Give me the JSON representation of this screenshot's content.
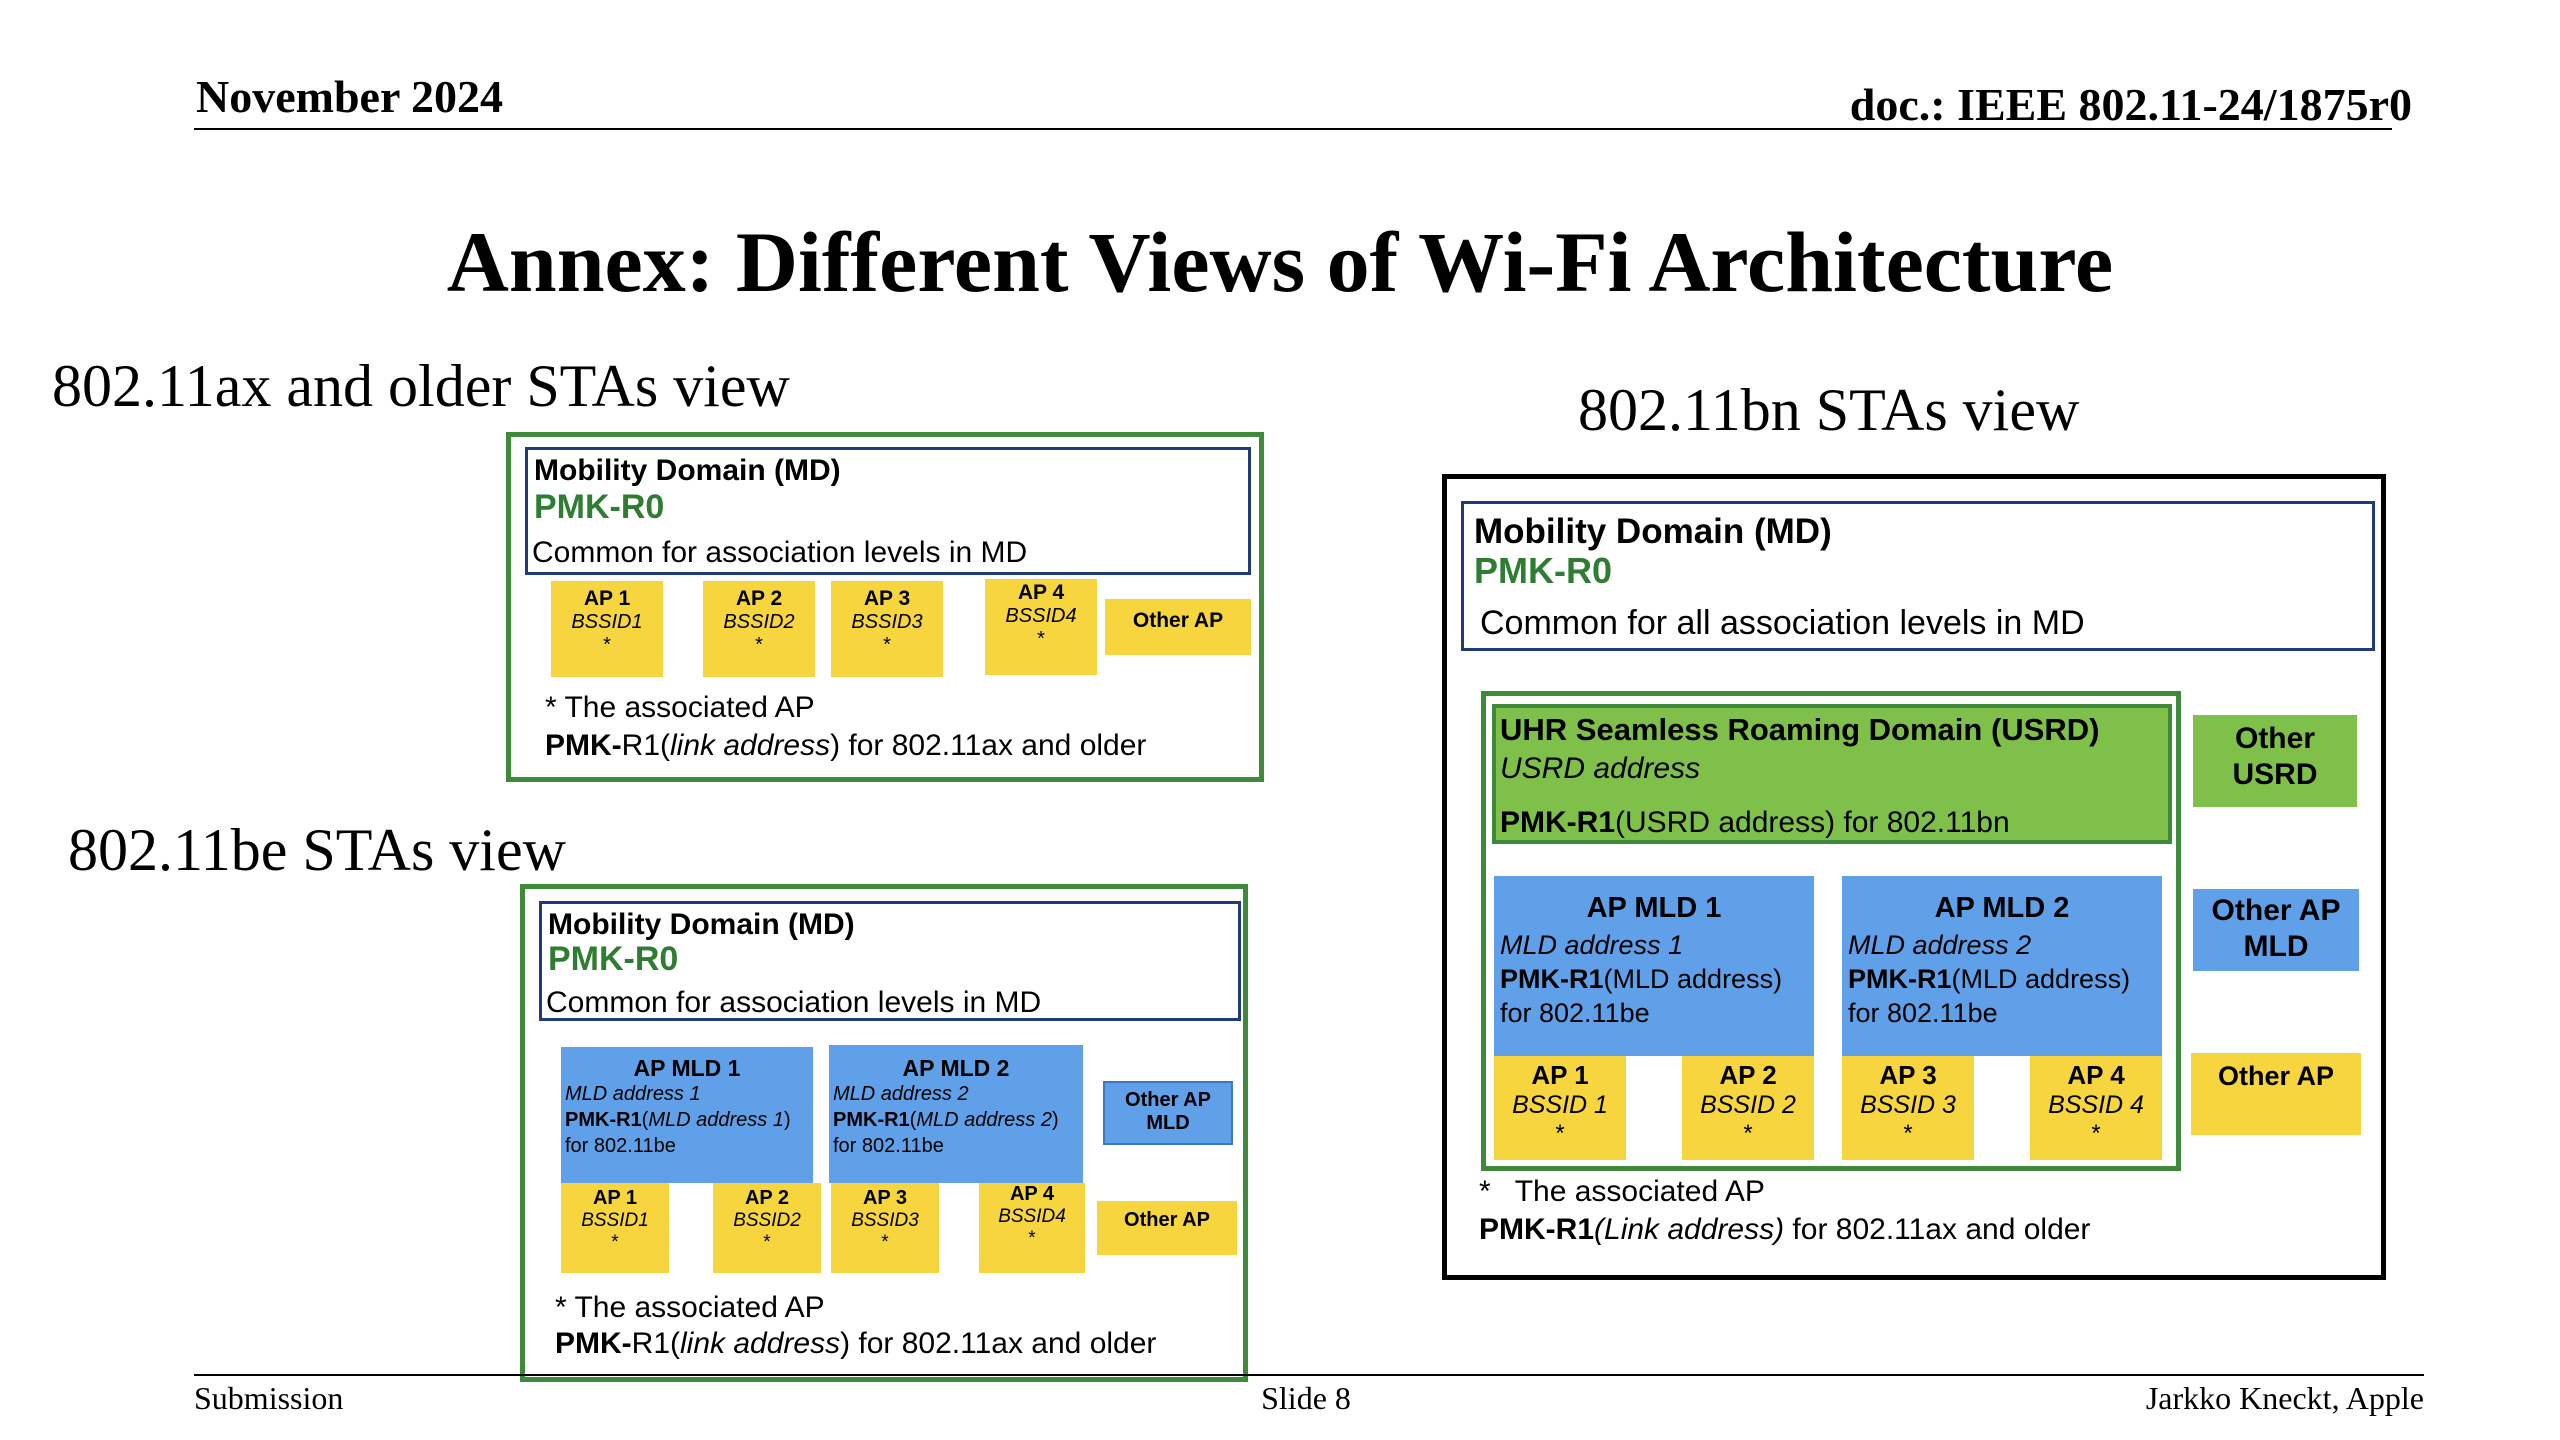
{
  "header": {
    "date": "November 2024",
    "doc": "doc.: IEEE 802.11-24/1875r0"
  },
  "title": "Annex: Different Views of Wi-Fi Architecture",
  "view_ax": {
    "heading": "802.11ax and older STAs view",
    "md_title": "Mobility Domain (MD)",
    "pmk_r0": "PMK-R0",
    "md_desc": "Common for association levels in MD",
    "aps": [
      {
        "name": "AP 1",
        "bssid": "BSSID1",
        "mark": "*"
      },
      {
        "name": "AP 2",
        "bssid": "BSSID2",
        "mark": "*"
      },
      {
        "name": "AP 3",
        "bssid": "BSSID3",
        "mark": "*"
      },
      {
        "name": "AP 4",
        "bssid": "BSSID4",
        "mark": "*"
      }
    ],
    "other_ap": "Other AP",
    "note_assoc": "* The associated AP",
    "note_pmk_bold": "PMK-",
    "note_pmk_r1": "R1(",
    "note_pmk_italic": "link address",
    "note_pmk_rest": ") for 802.11ax and older"
  },
  "view_be": {
    "heading": "802.11be STAs view",
    "md_title": "Mobility Domain (MD)",
    "pmk_r0": "PMK-R0",
    "md_desc": "Common for association levels in MD",
    "mlds": [
      {
        "name": "AP MLD 1",
        "addr": "MLD address 1",
        "pmk_bold": "PMK-R1",
        "pmk_open": "(",
        "pmk_italic": "MLD address 1",
        "pmk_close": ")",
        "for": "for 802.11be"
      },
      {
        "name": "AP MLD 2",
        "addr": "MLD address 2",
        "pmk_bold": "PMK-R1",
        "pmk_open": "(",
        "pmk_italic": "MLD address 2",
        "pmk_close": ")",
        "for": "for 802.11be"
      }
    ],
    "aps": [
      {
        "name": "AP 1",
        "bssid": "BSSID1",
        "mark": "*"
      },
      {
        "name": "AP 2",
        "bssid": "BSSID2",
        "mark": "*"
      },
      {
        "name": "AP 3",
        "bssid": "BSSID3",
        "mark": "*"
      },
      {
        "name": "AP 4",
        "bssid": "BSSID4",
        "mark": "*"
      }
    ],
    "other_ap_mld": "Other AP MLD",
    "other_ap": "Other AP",
    "note_assoc": "* The associated AP",
    "note_pmk_bold": "PMK-",
    "note_pmk_r1": "R1(",
    "note_pmk_italic": "link address",
    "note_pmk_rest": ") for 802.11ax and older"
  },
  "view_bn": {
    "heading": "802.11bn STAs view",
    "md_title": "Mobility Domain (MD)",
    "pmk_r0": "PMK-R0",
    "md_desc": "Common for all association levels in MD",
    "usrd_title": "UHR Seamless Roaming Domain (USRD)",
    "usrd_addr": "USRD address",
    "usrd_pmk_bold": "PMK-R1",
    "usrd_pmk_rest": "(USRD address) for 802.11bn",
    "other_usrd": "Other USRD",
    "mlds": [
      {
        "name": "AP MLD 1",
        "addr": "MLD address 1",
        "pmk_bold": "PMK-R1",
        "pmk_rest": "(MLD address)",
        "for": "for 802.11be"
      },
      {
        "name": "AP MLD 2",
        "addr": "MLD address 2",
        "pmk_bold": "PMK-R1",
        "pmk_rest": "(MLD address)",
        "for": "for 802.11be"
      }
    ],
    "aps": [
      {
        "name": "AP 1",
        "bssid": "BSSID 1",
        "mark": "*"
      },
      {
        "name": "AP 2",
        "bssid": "BSSID 2",
        "mark": "*"
      },
      {
        "name": "AP 3",
        "bssid": "BSSID 3",
        "mark": "*"
      },
      {
        "name": "AP 4",
        "bssid": "BSSID 4",
        "mark": "*"
      }
    ],
    "other_ap_mld": "Other AP MLD",
    "other_ap": "Other AP",
    "note_star": "*",
    "note_assoc": "The associated AP",
    "note_pmk_bold": "PMK-R1",
    "note_pmk_italic": "(Link address)",
    "note_pmk_rest": " for 802.11ax and older"
  },
  "footer": {
    "left": "Submission",
    "center": "Slide 8",
    "right": "Jarkko Kneckt, Apple"
  },
  "colors": {
    "green_border": "#3e8a3a",
    "pmk_green": "#2e7d32",
    "yellow": "#f6d53f",
    "blue": "#5fa0e8",
    "light_green": "#7ec04a",
    "navy": "#1f3b7a"
  }
}
